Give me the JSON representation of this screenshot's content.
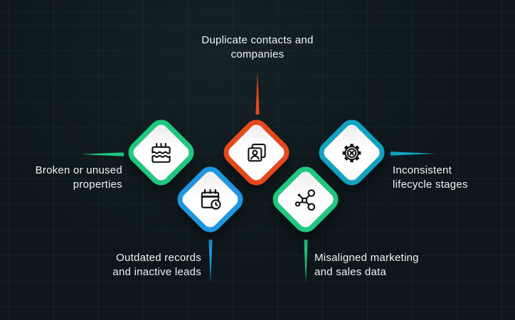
{
  "colors": {
    "background": "#0d171b",
    "text": "#f1f4f5",
    "green": "#1fc87f",
    "orange": "#e8481b",
    "blue": "#1e96e0",
    "teal": "#12a2c2",
    "card": "#ffffff",
    "icon_stroke": "#141414"
  },
  "nodes": [
    {
      "id": "broken-properties",
      "icon": "broken-calendar-icon",
      "accent": "green",
      "label_lines": [
        "Broken or unused",
        "properties"
      ],
      "label_side": "left"
    },
    {
      "id": "duplicate-contacts",
      "icon": "duplicate-contact-cards-icon",
      "accent": "orange",
      "label_lines": [
        "Duplicate contacts and",
        "companies"
      ],
      "label_side": "top"
    },
    {
      "id": "outdated-records",
      "icon": "calendar-clock-icon",
      "accent": "blue",
      "label_lines": [
        "Outdated records",
        "and inactive leads"
      ],
      "label_side": "bottom"
    },
    {
      "id": "misaligned-data",
      "icon": "network-nodes-icon",
      "accent": "green",
      "label_lines": [
        "Misaligned marketing",
        "and sales data"
      ],
      "label_side": "bottom"
    },
    {
      "id": "inconsistent-stages",
      "icon": "gear-x-icon",
      "accent": "teal",
      "label_lines": [
        "Inconsistent",
        "lifecycle stages"
      ],
      "label_side": "right"
    }
  ]
}
